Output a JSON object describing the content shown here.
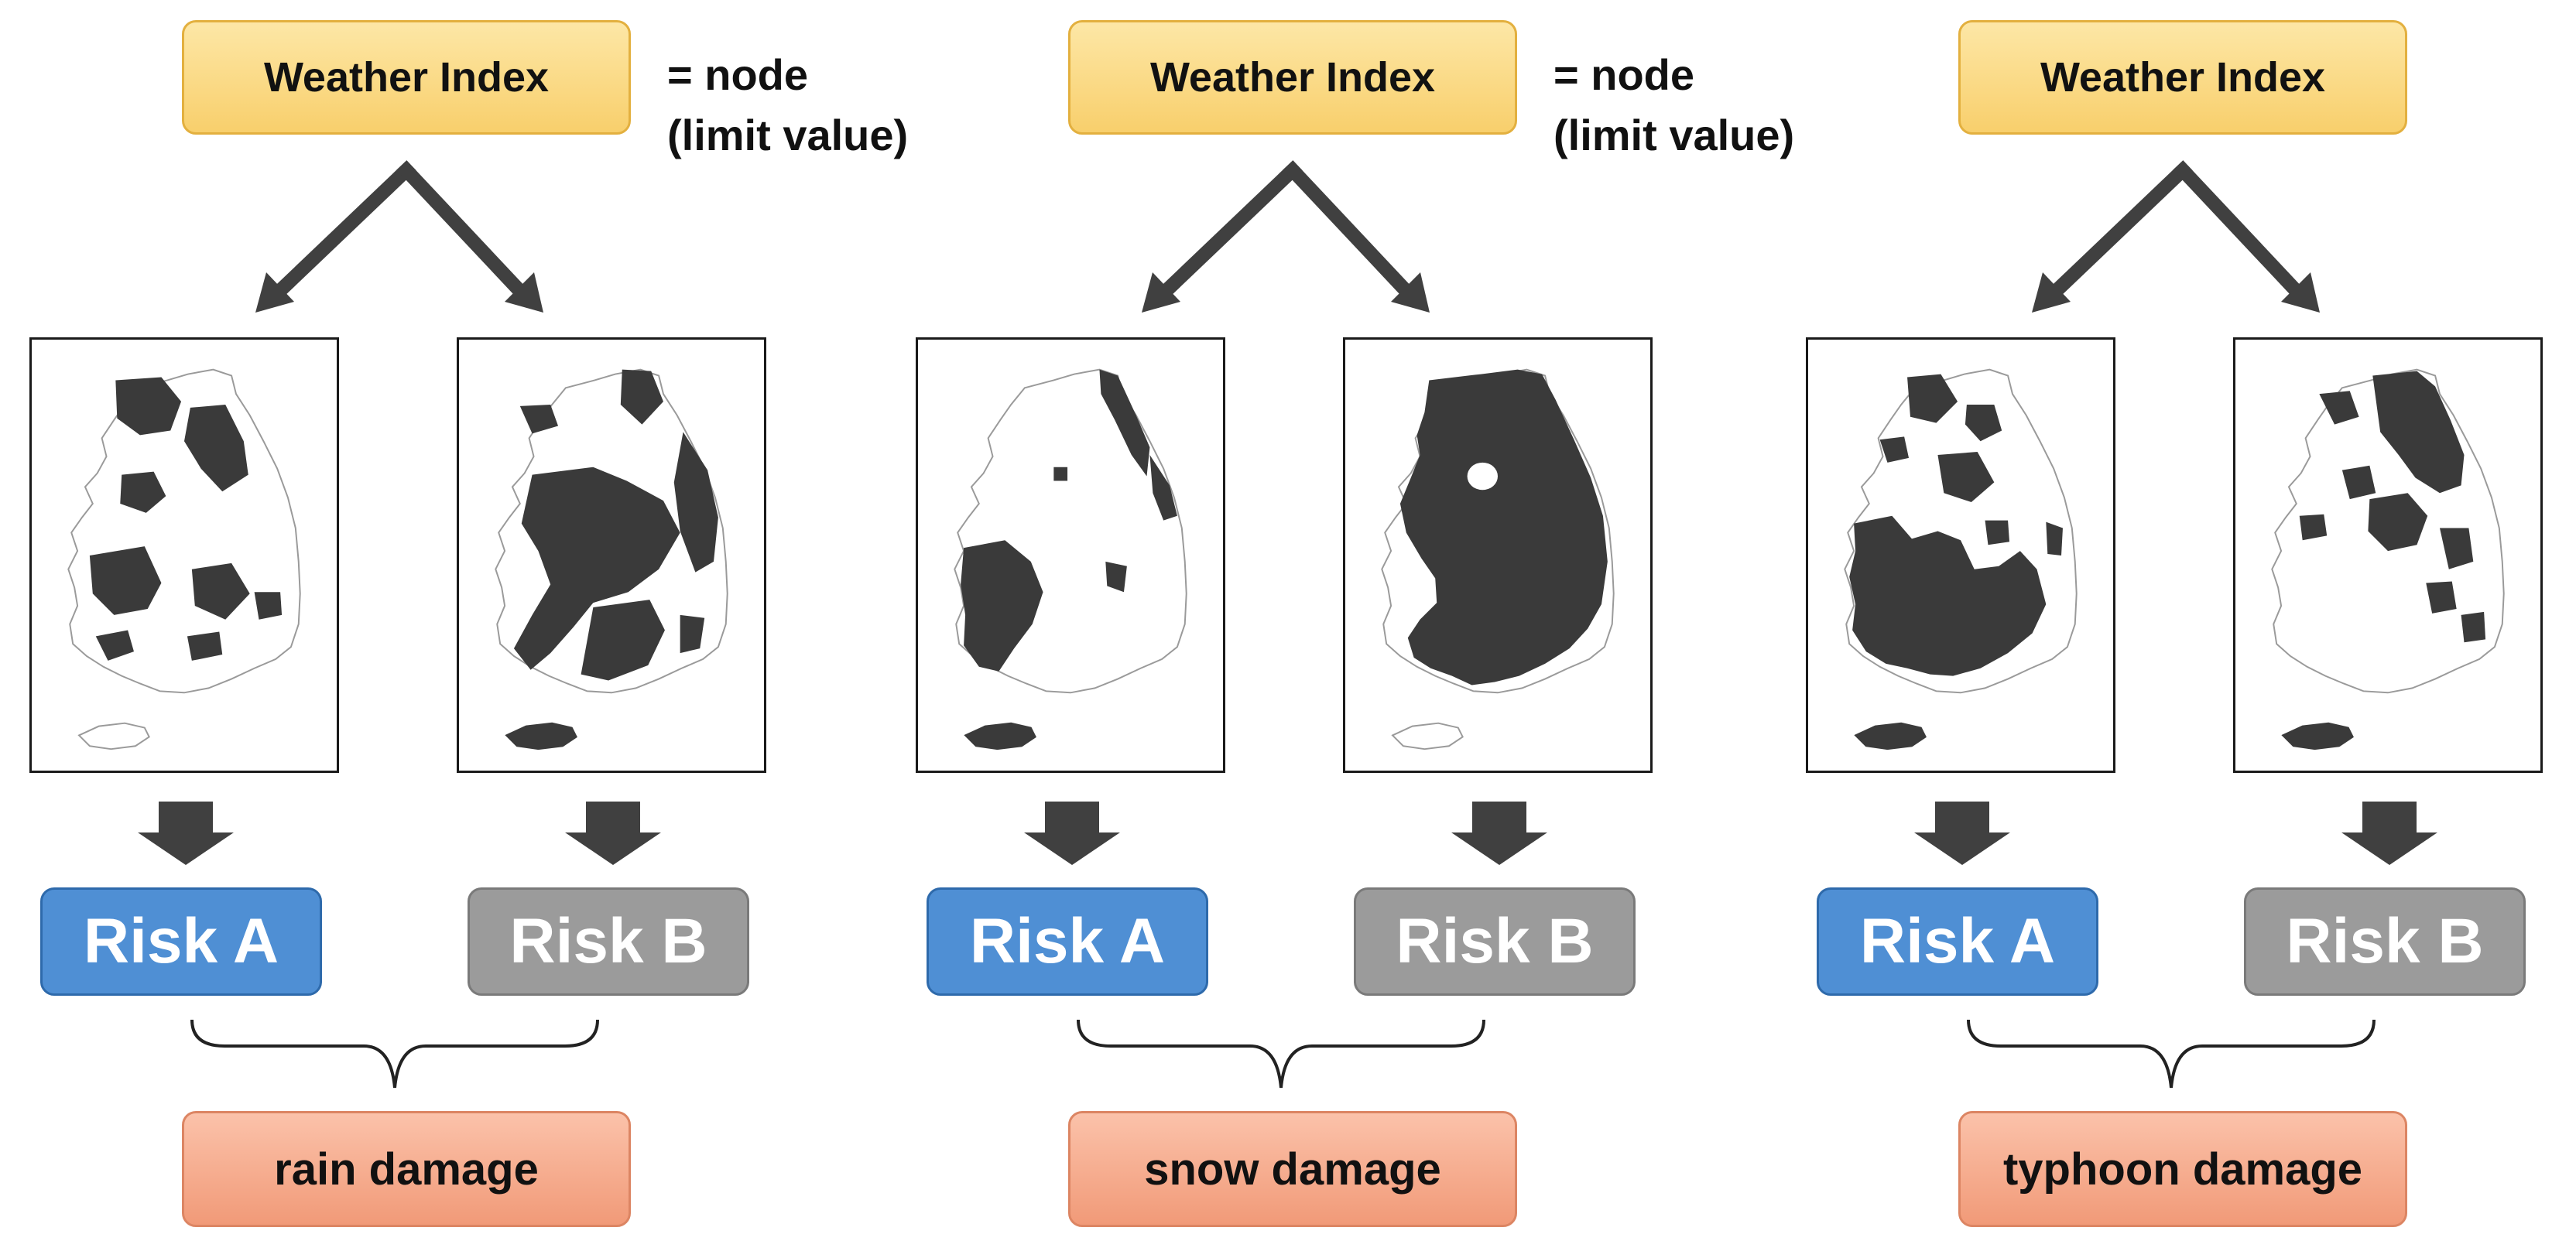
{
  "groups": [
    {
      "weather_index": "Weather Index",
      "node_note": [
        "= node",
        "(limit value)"
      ],
      "risk_a": "Risk A",
      "risk_b": "Risk B",
      "damage": "rain damage"
    },
    {
      "weather_index": "Weather Index",
      "node_note": [
        "= node",
        "(limit value)"
      ],
      "risk_a": "Risk A",
      "risk_b": "Risk B",
      "damage": "snow damage"
    },
    {
      "weather_index": "Weather Index",
      "node_note": [],
      "risk_a": "Risk A",
      "risk_b": "Risk B",
      "damage": "typhoon damage"
    }
  ],
  "colors": {
    "weather_index_fill": "#f8cf6c",
    "risk_a_fill": "#4f8fd4",
    "risk_b_fill": "#9b9b9b",
    "damage_fill": "#f19a78",
    "arrow": "#404040",
    "map_shaded": "#3a3a3a"
  },
  "maps": [
    {
      "id": "rain-risk-a-map",
      "shading": "scattered-north-and-southwest"
    },
    {
      "id": "rain-risk-b-map",
      "shading": "central-and-south"
    },
    {
      "id": "snow-risk-a-map",
      "shading": "east-coast-and-southwest"
    },
    {
      "id": "snow-risk-b-map",
      "shading": "most-of-country"
    },
    {
      "id": "typhoon-risk-a-map",
      "shading": "north-central-and-south"
    },
    {
      "id": "typhoon-risk-b-map",
      "shading": "north-and-central"
    }
  ]
}
